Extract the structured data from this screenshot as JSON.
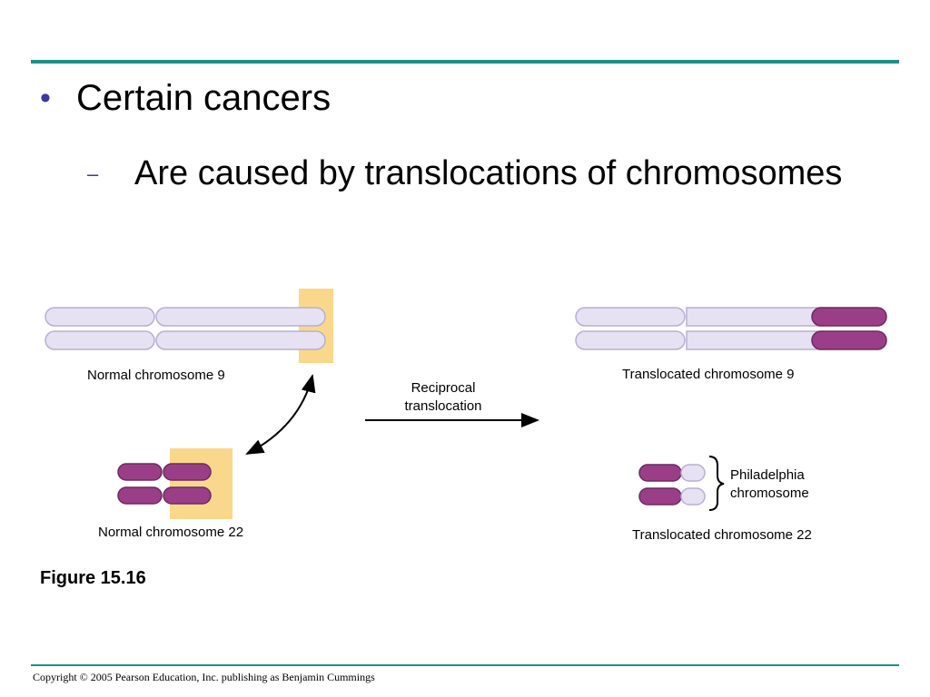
{
  "slide": {
    "bullet": "Certain cancers",
    "sub_bullet": "Are caused by translocations of chromosomes",
    "figure_label": "Figure 15.16",
    "copyright": "Copyright © 2005 Pearson Education, Inc. publishing as Benjamin Cummings"
  },
  "diagram": {
    "normal_chr9": "Normal chromosome 9",
    "normal_chr22": "Normal chromosome 22",
    "translocation_line1": "Reciprocal",
    "translocation_line2": "translocation",
    "translocated_chr9": "Translocated chromosome 9",
    "translocated_chr22": "Translocated chromosome 22",
    "philadelphia_line1": "Philadelphia",
    "philadelphia_line2": "chromosome"
  },
  "colors": {
    "accent_rule": "#1f8f8a",
    "chr9_fill": "#e6e1f3",
    "chr22_fill": "#9a3f87",
    "highlight": "#f9d88c"
  }
}
